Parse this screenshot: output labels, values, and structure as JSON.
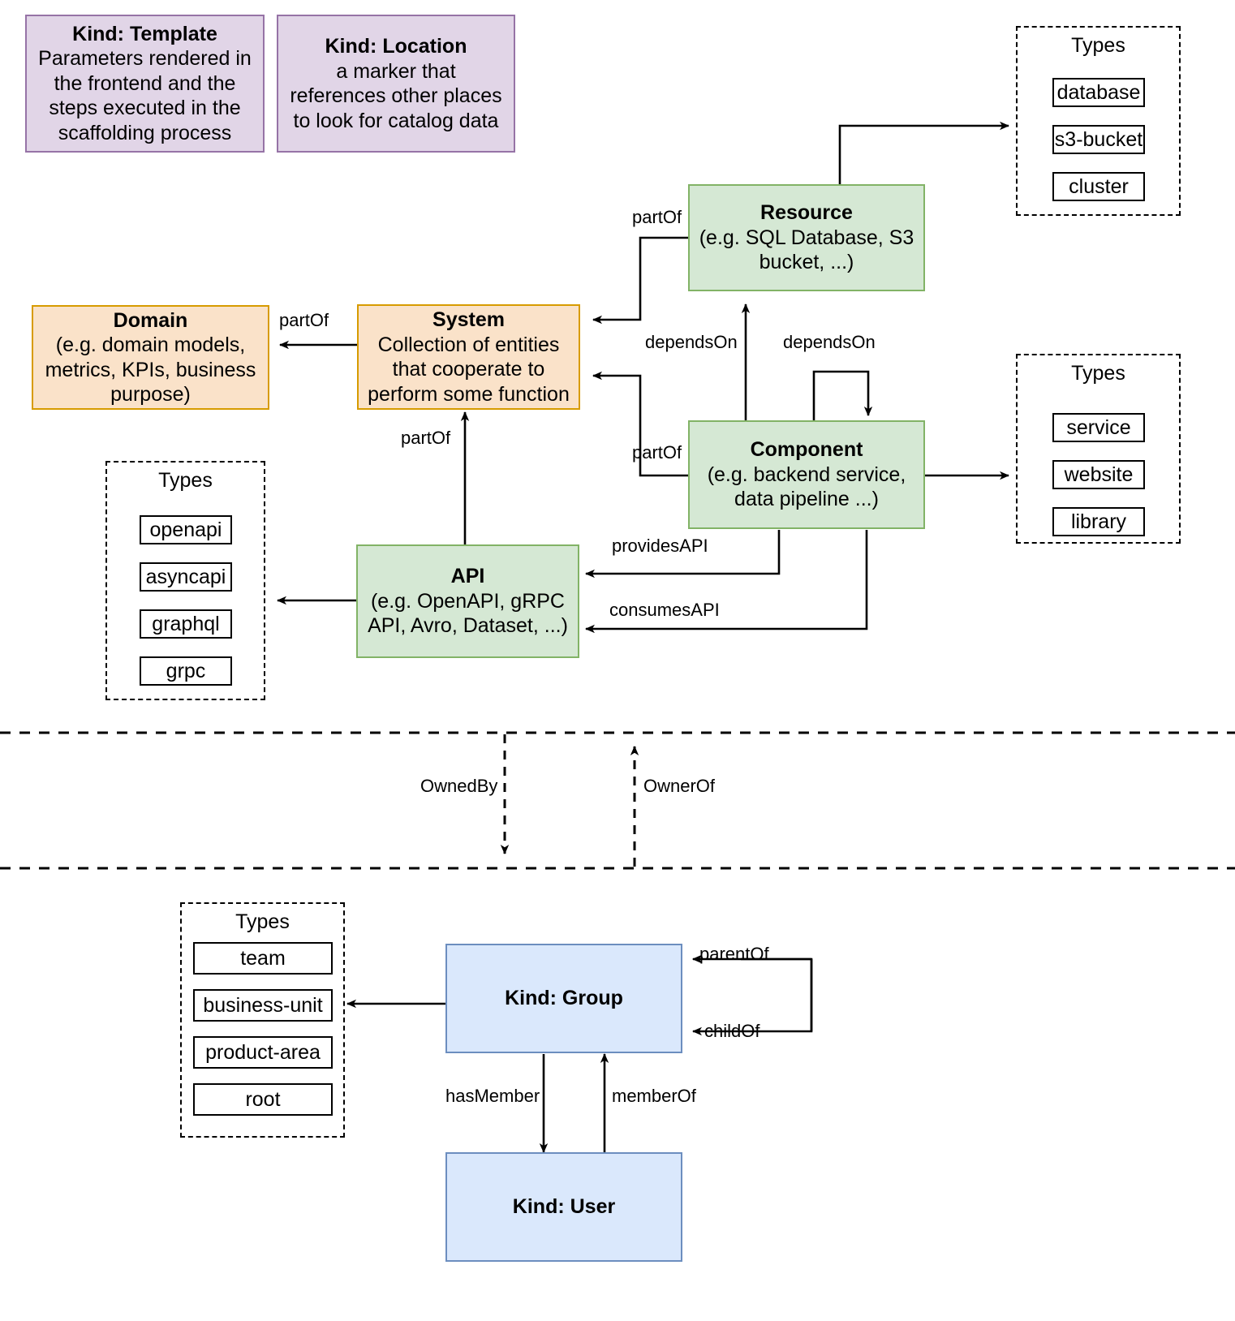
{
  "diagram": {
    "title": "Backstage catalog entity kinds and relations",
    "colors": {
      "purple_fill": "#e1d5e7",
      "purple_stroke": "#9673a6",
      "orange_fill": "#fae2c9",
      "orange_stroke": "#d79b00",
      "green_fill": "#d5e8d4",
      "green_stroke": "#82b366",
      "blue_fill": "#dae8fc",
      "blue_stroke": "#6c8ebf",
      "line": "#000000"
    }
  },
  "nodes": {
    "template": {
      "title": "Kind: Template",
      "desc": "Parameters rendered in the frontend and the steps executed in  the scaffolding process"
    },
    "location": {
      "title": "Kind: Location",
      "desc": "a marker that references other places to look for catalog data"
    },
    "domain": {
      "title": "Domain",
      "desc": "(e.g.  domain models, metrics, KPIs, business purpose)"
    },
    "system": {
      "title": "System",
      "desc": "Collection of entities that cooperate to perform some function"
    },
    "resource": {
      "title": "Resource",
      "desc": "(e.g. SQL Database, S3 bucket, ...)"
    },
    "component": {
      "title": "Component",
      "desc": "(e.g. backend service, data pipeline ...)"
    },
    "api": {
      "title": "API",
      "desc": "(e.g. OpenAPI, gRPC API, Avro, Dataset, ...)"
    },
    "group": {
      "title": "Kind: Group",
      "desc": ""
    },
    "user": {
      "title": "Kind: User",
      "desc": ""
    }
  },
  "type_groups": [
    {
      "id": "resource-types",
      "label": "Types",
      "items": [
        "database",
        "s3-bucket",
        "cluster"
      ]
    },
    {
      "id": "component-types",
      "label": "Types",
      "items": [
        "service",
        "website",
        "library"
      ]
    },
    {
      "id": "api-types",
      "label": "Types",
      "items": [
        "openapi",
        "asyncapi",
        "graphql",
        "grpc"
      ]
    },
    {
      "id": "group-types",
      "label": "Types",
      "items": [
        "team",
        "business-unit",
        "product-area",
        "root"
      ]
    }
  ],
  "edge_labels": {
    "system_partof_domain": "partOf",
    "resource_partof_system": "partOf",
    "component_partof_system": "partOf",
    "api_partof_system": "partOf",
    "component_dependson_resource": "dependsOn",
    "component_dependson_component": "dependsOn",
    "component_providesapi": "providesAPI",
    "component_consumesapi": "consumesAPI",
    "owned_by": "OwnedBy",
    "owner_of": "OwnerOf",
    "group_parentof": "parentOf",
    "group_childof": "childOf",
    "group_hasmember": "hasMember",
    "user_memberof": "memberOf"
  }
}
